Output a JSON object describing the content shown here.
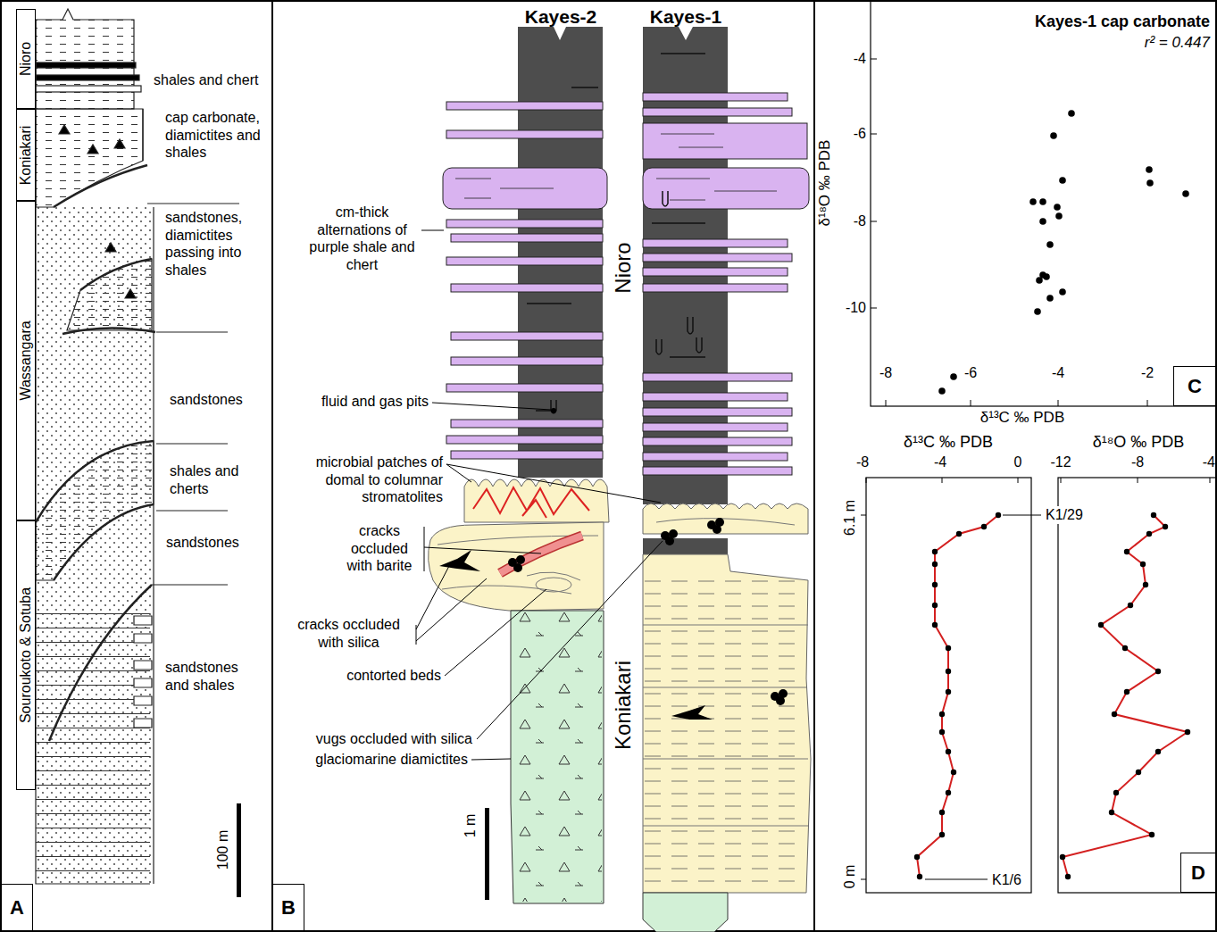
{
  "diagram": {
    "nodes": [
      {
        "text": [
          "Nioro"
        ]
      },
      {
        "text": [
          "Koniakari"
        ]
      },
      {
        "text": [
          "Wassangara"
        ]
      },
      {
        "text": [
          "Souroukoto & Sotuba"
        ]
      },
      {
        "text": [
          "A"
        ]
      },
      {
        "text": [
          "B"
        ]
      },
      {
        "text": [
          "C"
        ]
      },
      {
        "text": [
          "D"
        ]
      }
    ],
    "labels": [
      "shales and chert",
      "cap carbonate, diamictites and shales",
      "sandstones, diamictites passing into shales",
      "sandstones",
      "shales and cherts",
      "sandstones",
      "sandstones and shales",
      "100 m",
      "Kayes-2",
      "Kayes-1",
      "cm-thick alternations of purple shale and chert",
      "Nioro",
      "fluid and gas pits",
      "microbial patches of domal to columnar stromatolites",
      "cracks occluded with barite",
      "cracks occluded with silica",
      "contorted beds",
      "vugs occluded with silica",
      "glaciomarine diamictites",
      "Koniakari",
      "1 m",
      "Kayes-1 cap carbonate",
      "r² = 0.447",
      "-4",
      "-6",
      "-8",
      "-10",
      "-8",
      "-6",
      "-4",
      "-2",
      "δ¹³C ‰ PDB",
      "δ¹⁸O ‰ PDB",
      "δ¹³C ‰ PDB",
      "δ¹⁸O ‰ PDB",
      "-8",
      "-4",
      "0",
      "-12",
      "-8",
      "-4",
      "6.1 m",
      "0 m",
      "K1/29",
      "K1/6"
    ]
  }
}
